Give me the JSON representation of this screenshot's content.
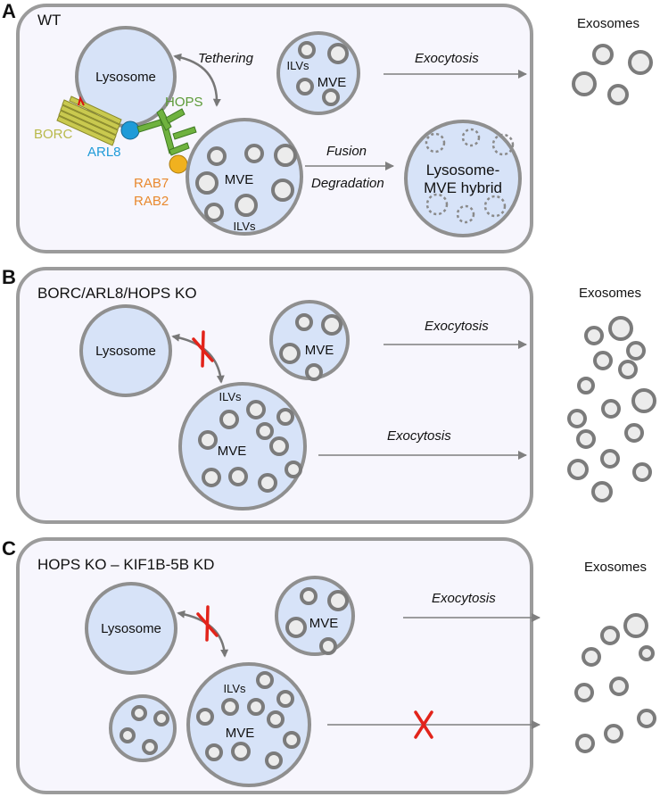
{
  "panels": [
    {
      "letter": "A",
      "condition": "WT",
      "lysosome": "Lysosome",
      "tethering": "Tethering",
      "mve_label": "MVE",
      "ilvs_label": "ILVs",
      "small_mve_label": "MVE",
      "small_mve_ilvs": "ILVs",
      "exocytosis": "Exocytosis",
      "fusion": "Fusion",
      "degradation": "Degradation",
      "hybrid_line1": "Lysosome-",
      "hybrid_line2": "MVE hybrid",
      "borc": "BORC",
      "arl8": "ARL8",
      "hops": "HOPS",
      "rab7": "RAB7",
      "rab2": "RAB2",
      "exosomes": "Exosomes"
    },
    {
      "letter": "B",
      "condition": "BORC/ARL8/HOPS KO",
      "lysosome": "Lysosome",
      "small_mve_label": "MVE",
      "mve_label": "MVE",
      "ilvs_label": "ILVs",
      "exocytosis_top": "Exocytosis",
      "exocytosis_bottom": "Exocytosis",
      "exosomes": "Exosomes"
    },
    {
      "letter": "C",
      "condition": "HOPS KO – KIF1B-5B KD",
      "lysosome": "Lysosome",
      "small_mve_label": "MVE",
      "mve_label": "MVE",
      "ilvs_label": "ILVs",
      "exocytosis": "Exocytosis",
      "exosomes": "Exosomes"
    }
  ],
  "colors": {
    "borc": "#b8b94a",
    "arl8": "#1f9bd8",
    "hops": "#5c9a38",
    "rab": "#e8892e",
    "block_x": "#e2231a"
  }
}
